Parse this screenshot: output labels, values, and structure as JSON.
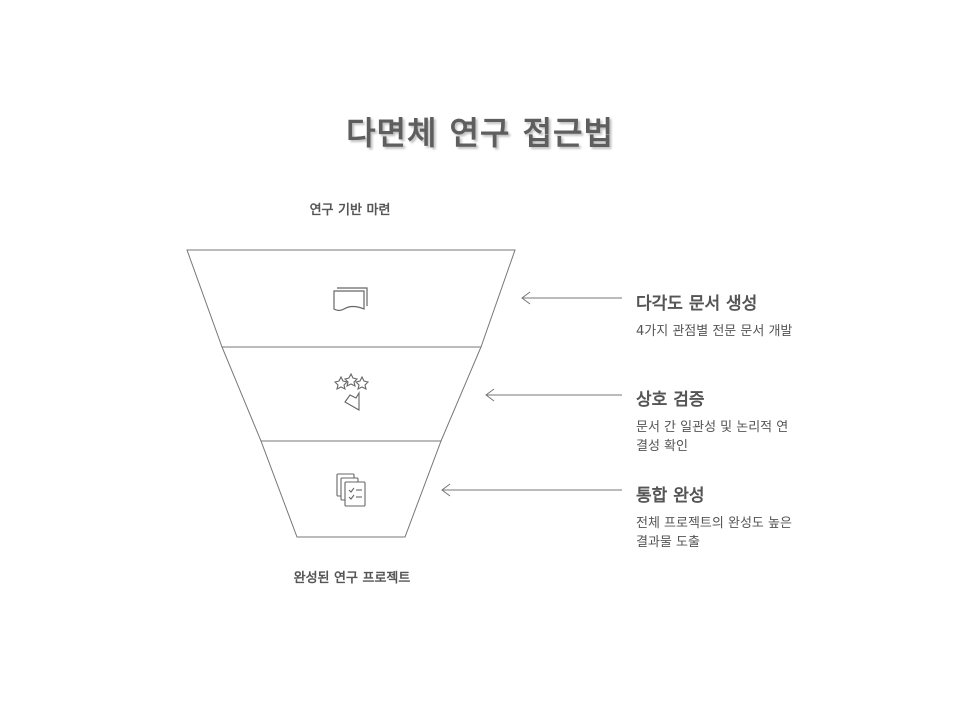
{
  "title": "다면체 연구 접근법",
  "top_label": "연구 기반 마련",
  "bottom_label": "완성된 연구 프로젝트",
  "stages": [
    {
      "title": "다각도 문서 생성",
      "desc": "4가지 관점별 전문 문서 개발",
      "icon": "documents-icon"
    },
    {
      "title": "상호 검증",
      "desc": "문서 간 일관성 및 논리적 연결성 확인",
      "icon": "stars-checkmark-icon"
    },
    {
      "title": "통합 완성",
      "desc": "전체 프로젝트의 완성도 높은 결과물 도출",
      "icon": "checklist-stack-icon"
    }
  ],
  "colors": {
    "line": "#777777",
    "text": "#555555"
  }
}
